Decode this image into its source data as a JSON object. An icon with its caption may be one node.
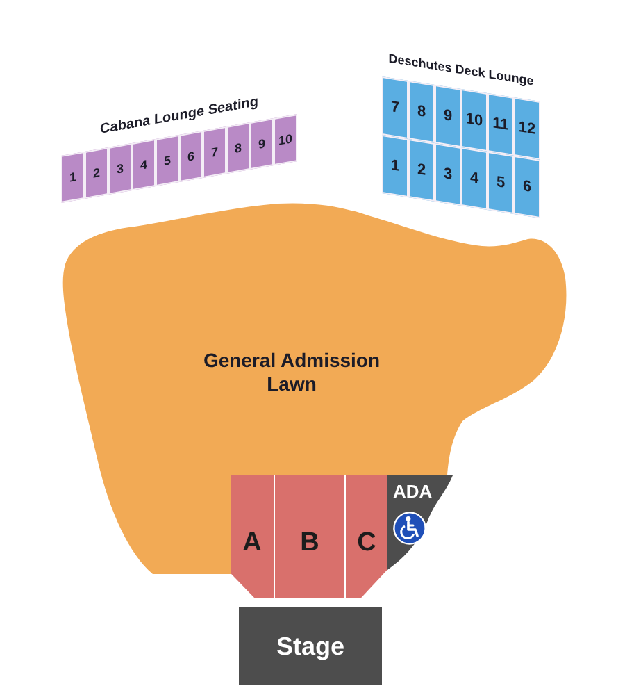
{
  "diagram": {
    "nodes": [
      {
        "text": [
          "Cabana Lounge Seating"
        ]
      },
      {
        "text": [
          "1"
        ],
        "in": 0
      },
      {
        "text": [
          "2"
        ],
        "in": 0
      },
      {
        "text": [
          "3"
        ],
        "in": 0
      },
      {
        "text": [
          "4"
        ],
        "in": 0
      },
      {
        "text": [
          "5"
        ],
        "in": 0
      },
      {
        "text": [
          "6"
        ],
        "in": 0
      },
      {
        "text": [
          "7"
        ],
        "in": 0
      },
      {
        "text": [
          "8"
        ],
        "in": 0
      },
      {
        "text": [
          "9"
        ],
        "in": 0
      },
      {
        "text": [
          "10"
        ],
        "in": 0
      },
      {
        "text": [
          "Deschutes Deck Lounge"
        ]
      },
      {
        "text": [
          "7"
        ],
        "in": 11
      },
      {
        "text": [
          "8"
        ],
        "in": 11
      },
      {
        "text": [
          "9"
        ],
        "in": 11
      },
      {
        "text": [
          "10"
        ],
        "in": 11
      },
      {
        "text": [
          "11"
        ],
        "in": 11
      },
      {
        "text": [
          "12"
        ],
        "in": 11
      },
      {
        "text": [
          "1"
        ],
        "in": 11
      },
      {
        "text": [
          "2"
        ],
        "in": 11
      },
      {
        "text": [
          "3"
        ],
        "in": 11
      },
      {
        "text": [
          "4"
        ],
        "in": 11
      },
      {
        "text": [
          "5"
        ],
        "in": 11
      },
      {
        "text": [
          "6"
        ],
        "in": 11
      },
      {
        "text": [
          "General Admission Lawn"
        ]
      },
      {
        "text": [
          "A"
        ]
      },
      {
        "text": [
          "B"
        ]
      },
      {
        "text": [
          "C"
        ]
      },
      {
        "text": [
          "ADA"
        ]
      },
      {
        "text": [
          "Stage"
        ]
      }
    ]
  }
}
